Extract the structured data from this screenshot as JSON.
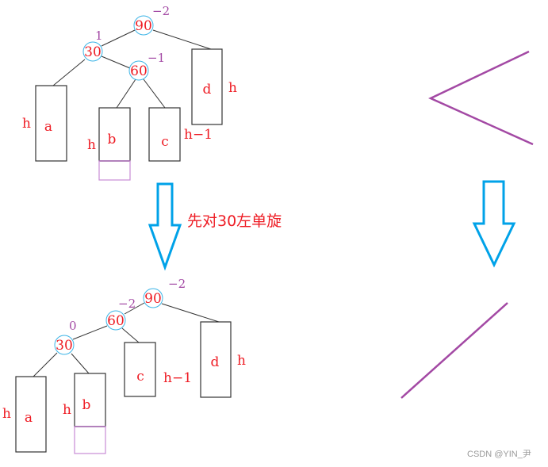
{
  "colors": {
    "node_text": "#ee1c24",
    "node_circle": "#3cb4e6",
    "balance_factor": "#a349a4",
    "arrow": "#00a2e8",
    "edge": "#333333",
    "extension_box": "#c98bd6",
    "shape_line": "#a349a4"
  },
  "top_tree": {
    "nodes": [
      {
        "value": "90",
        "balance": "−2"
      },
      {
        "value": "30",
        "balance": "1"
      },
      {
        "value": "60",
        "balance": "−1"
      }
    ],
    "subtrees": [
      {
        "name": "a",
        "height": "h"
      },
      {
        "name": "b",
        "height": "h"
      },
      {
        "name": "c",
        "height": "h−1"
      },
      {
        "name": "d",
        "height": "h"
      }
    ]
  },
  "step_caption": "先对30左单旋",
  "bottom_tree": {
    "nodes": [
      {
        "value": "90",
        "balance": "−2"
      },
      {
        "value": "60",
        "balance": "−2"
      },
      {
        "value": "30",
        "balance": "0"
      }
    ],
    "subtrees": [
      {
        "name": "a",
        "height": "h"
      },
      {
        "name": "b",
        "height": "h"
      },
      {
        "name": "c",
        "height": "h−1"
      },
      {
        "name": "d",
        "height": "h"
      }
    ]
  },
  "shape_diagrams": {
    "before": "angle-bracket-shape",
    "after": "straight-diagonal-line"
  },
  "watermark": "CSDN @YIN_尹"
}
